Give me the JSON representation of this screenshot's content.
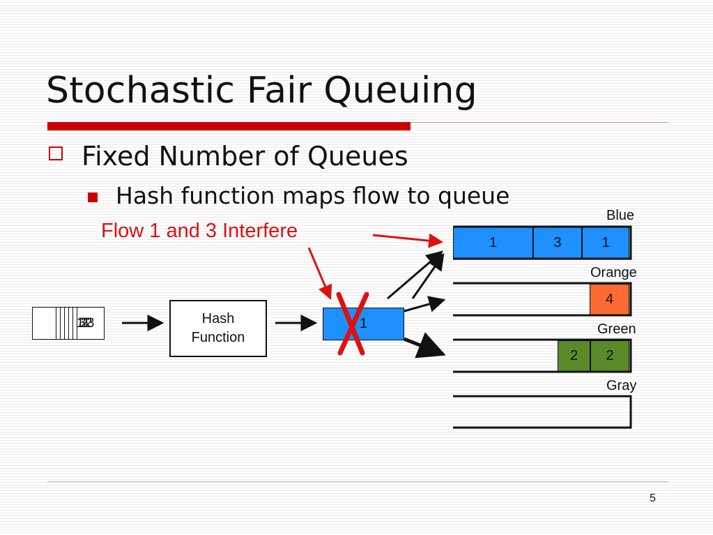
{
  "slide": {
    "title": "Stochastic Fair Queuing",
    "bullet_level1": "Fixed Number of Queues",
    "bullet_level2": "Hash function maps flow to queue",
    "annotation": "Flow 1 and 3 Interfere",
    "page_number": "5"
  },
  "diagram": {
    "incoming_packets": [
      "1",
      "3",
      "2",
      "1",
      "2",
      "3"
    ],
    "hash_box": {
      "line1": "Hash",
      "line2": "Function"
    },
    "hashed_packet": "1",
    "queues": [
      {
        "label": "Blue",
        "color": "#1e90ff",
        "packets": [
          "1",
          "3",
          "1"
        ]
      },
      {
        "label": "Orange",
        "color": "#ff6a33",
        "packets": [
          "4"
        ]
      },
      {
        "label": "Green",
        "color": "#5a8a2a",
        "packets": [
          "2",
          "2"
        ]
      },
      {
        "label": "Gray",
        "color": "#9a9a9a",
        "packets": []
      }
    ],
    "colors": {
      "accent": "#cc0000",
      "annotation": "#dd1111",
      "blue": "#1e90ff",
      "orange": "#ff6a33",
      "green": "#5a8a2a"
    },
    "icons": {
      "bullet1": "hollow-square-bullet-icon",
      "bullet2": "filled-square-bullet-icon",
      "cross": "red-x-cross-icon"
    }
  }
}
